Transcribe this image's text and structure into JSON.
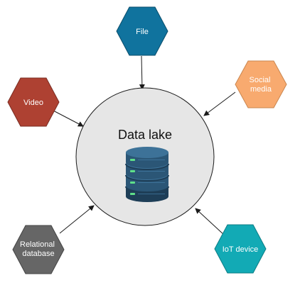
{
  "center": {
    "title": "Data lake",
    "icon": "database-server-icon"
  },
  "sources": [
    {
      "id": "file",
      "label_lines": [
        "File"
      ],
      "fill": "#10739e",
      "stroke": "#0a4d6b",
      "text_color": "#ffffff"
    },
    {
      "id": "video",
      "label_lines": [
        "Video"
      ],
      "fill": "#ae4132",
      "stroke": "#7a2d22",
      "text_color": "#ffffff"
    },
    {
      "id": "social-media",
      "label_lines": [
        "Social",
        "media"
      ],
      "fill": "#f8aa6f",
      "stroke": "#c9864f",
      "text_color": "#ffffff"
    },
    {
      "id": "relational-database",
      "label_lines": [
        "Relational",
        "database"
      ],
      "fill": "#666666",
      "stroke": "#444444",
      "text_color": "#ffffff"
    },
    {
      "id": "iot-device",
      "label_lines": [
        "IoT device"
      ],
      "fill": "#12aab5",
      "stroke": "#0c7c84",
      "text_color": "#ffffff"
    }
  ],
  "colors": {
    "circle_fill": "#e6e6e6",
    "circle_stroke": "#1a1a1a",
    "arrow": "#1a1a1a",
    "db_dark": "#1e3e57",
    "db_mid": "#2b5676",
    "db_light": "#3d7298",
    "db_led": "#5fe08a"
  }
}
